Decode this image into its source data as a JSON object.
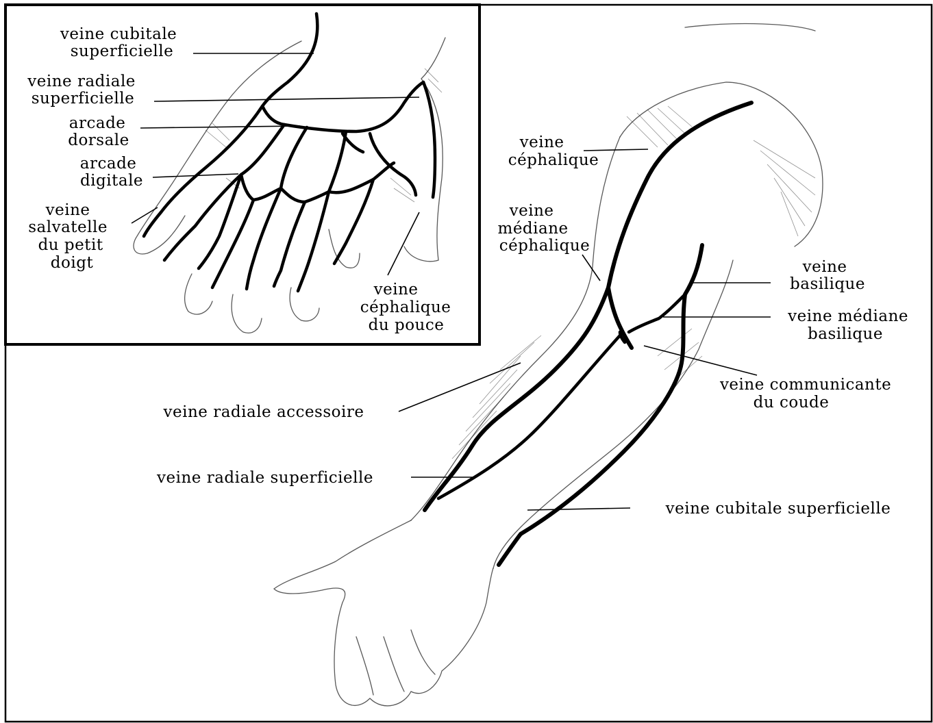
{
  "inset": {
    "labels": {
      "cubitale": [
        "veine cubitale",
        "superficielle"
      ],
      "radiale": [
        "veine radiale",
        "superficielle"
      ],
      "arcade_dorsale": [
        "arcade",
        "dorsale"
      ],
      "arcade_digitale": [
        "arcade",
        "digitale"
      ],
      "salvatelle": [
        "veine",
        "salvatelle",
        "du petit",
        "doigt"
      ],
      "cephalique_pouce": [
        "veine",
        "céphalique",
        "du pouce"
      ]
    }
  },
  "arm": {
    "labels": {
      "cephalique": [
        "veine",
        "céphalique"
      ],
      "mediane_cephalique": [
        "veine",
        "médiane",
        "céphalique"
      ],
      "basilique": [
        "veine",
        "basilique"
      ],
      "mediane_basilique": [
        "veine médiane",
        "basilique"
      ],
      "communicante": [
        "veine communicante",
        "du coude"
      ],
      "radiale_accessoire": "veine radiale accessoire",
      "radiale_superficielle": "veine radiale superficielle",
      "cubitale_superficielle": "veine cubitale superficielle"
    }
  }
}
